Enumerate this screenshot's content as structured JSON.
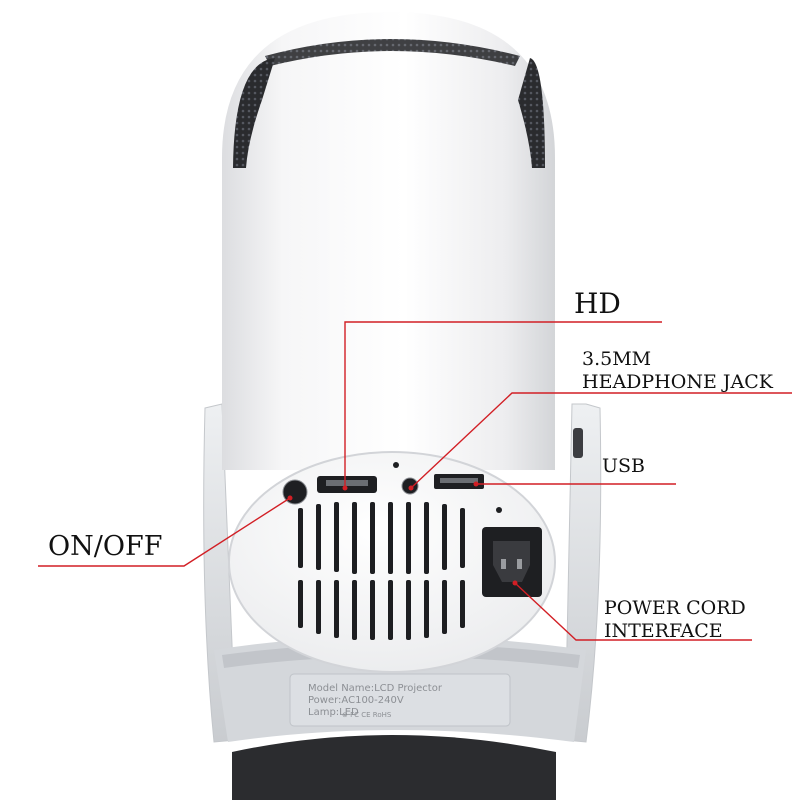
{
  "callouts": {
    "hd": "HD",
    "headphone_jack": [
      "3.5MM",
      "HEADPHONE JACK"
    ],
    "usb": "USB",
    "on_off": "ON/OFF",
    "power_cord": [
      "POWER CORD",
      "INTERFACE"
    ]
  },
  "spec_label": {
    "model": "Model Name:LCD Projector",
    "power": "Power:AC100-240V",
    "lamp": "Lamp:LED",
    "marks": "⊗ FC  CE RoHS"
  },
  "colors": {
    "callout_line": "#d21f25",
    "body": "#f3f4f5",
    "ports": "#1e1f22"
  }
}
